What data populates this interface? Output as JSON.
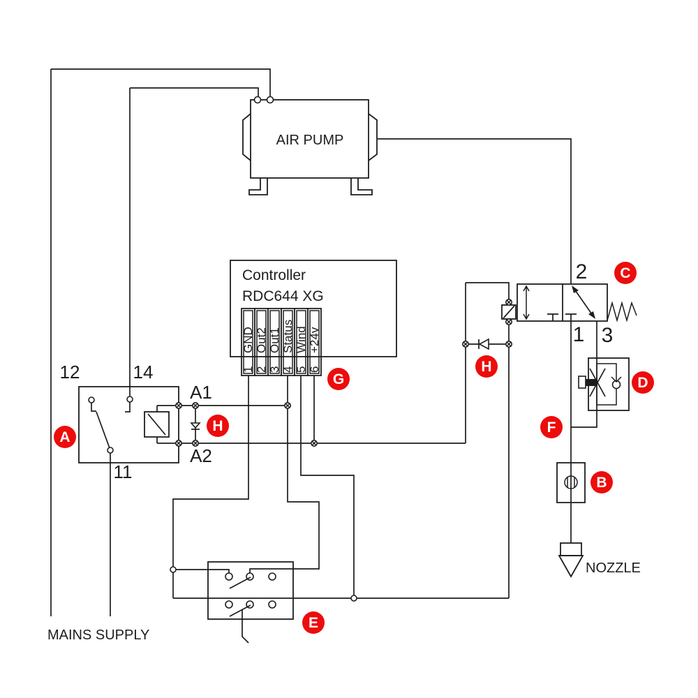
{
  "colors": {
    "wire": "#1d1d1d",
    "text": "#1d1d1d",
    "callout_bg": "#ED0C0C",
    "callout_text": "#FFFFFF",
    "background": "#FFFFFF"
  },
  "pump": {
    "label": "AIR PUMP"
  },
  "controller": {
    "line1": "Controller",
    "line2": "RDC644 XG",
    "terminals": [
      {
        "num": "1",
        "name": "GND"
      },
      {
        "num": "2",
        "name": "Out2"
      },
      {
        "num": "3",
        "name": "Out1"
      },
      {
        "num": "4",
        "name": "Status"
      },
      {
        "num": "5",
        "name": "Wind"
      },
      {
        "num": "6",
        "name": "+24v"
      }
    ]
  },
  "relay": {
    "label_nc": "12",
    "label_no": "14",
    "label_com": "11",
    "label_a1": "A1",
    "label_a2": "A2"
  },
  "valve": {
    "port2": "2",
    "port1": "1",
    "port3": "3"
  },
  "mains": {
    "label": "MAINS SUPPLY"
  },
  "nozzle": {
    "label": "NOZZLE"
  },
  "callouts": {
    "relay": "A",
    "regulator": "B",
    "valve": "C",
    "flow_control": "D",
    "switch": "E",
    "air_line": "F",
    "controller": "G",
    "relay_diode": "H",
    "valve_diode": "H"
  }
}
